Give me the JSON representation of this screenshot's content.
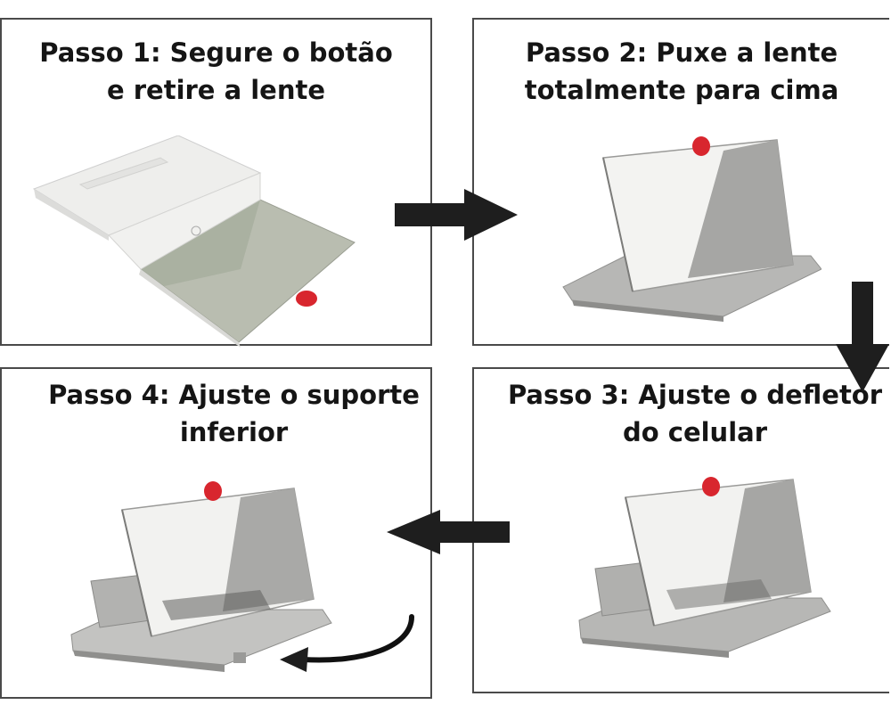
{
  "steps": [
    {
      "id": "p1",
      "title": "Passo 1: Segure o botão\ne retire a lente"
    },
    {
      "id": "p2",
      "title": "Passo 2: Puxe a lente\ntotalmente para cima"
    },
    {
      "id": "p3",
      "title": "Passo 3: Ajuste o defletor\ndo celular"
    },
    {
      "id": "p4",
      "title": "Passo 4: Ajuste o suporte\ninferior"
    }
  ],
  "colors": {
    "arrow": "#1e1e1e",
    "button": "#d8262e",
    "border": "#4a4a4a"
  }
}
